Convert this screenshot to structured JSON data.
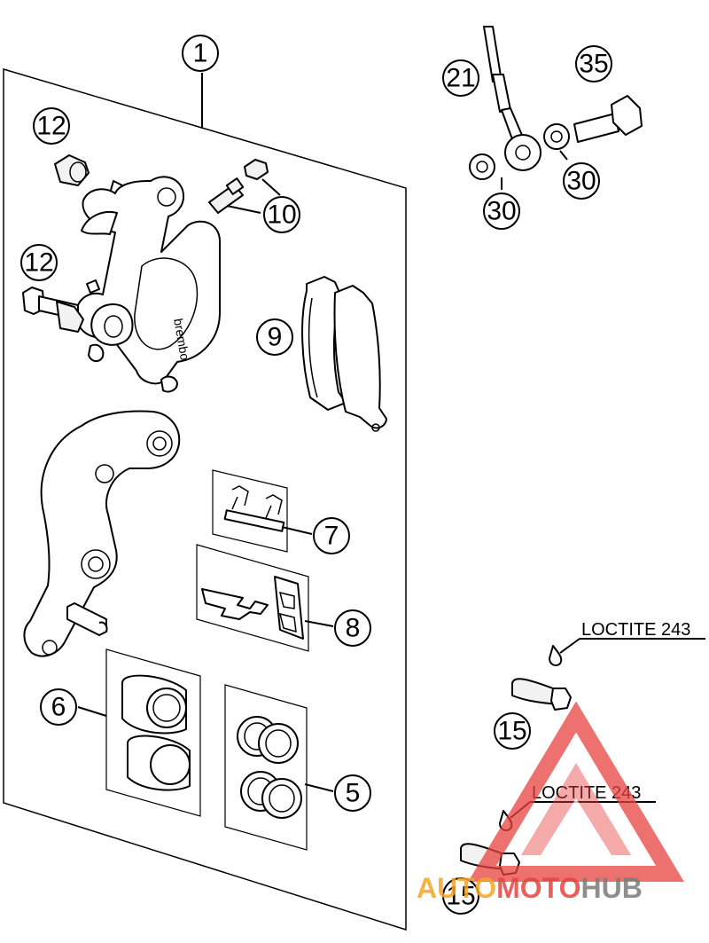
{
  "callouts": {
    "c1": "1",
    "c12a": "12",
    "c12b": "12",
    "c10": "10",
    "c9": "9",
    "c7": "7",
    "c8": "8",
    "c6": "6",
    "c5": "5",
    "c21": "21",
    "c35": "35",
    "c30a": "30",
    "c30b": "30",
    "c15a": "15",
    "c15b": "15"
  },
  "notes": {
    "loctite_top": "LOCTITE 243",
    "loctite_bottom": "LOCTITE 243"
  },
  "caliper_brand": "brembo",
  "watermark": {
    "part1": "AUTO",
    "part2": "MOTO",
    "part3": "HUB",
    "colors": {
      "orange": "#f5a623",
      "red": "#e8423f",
      "grey": "#7a7a7a"
    }
  }
}
